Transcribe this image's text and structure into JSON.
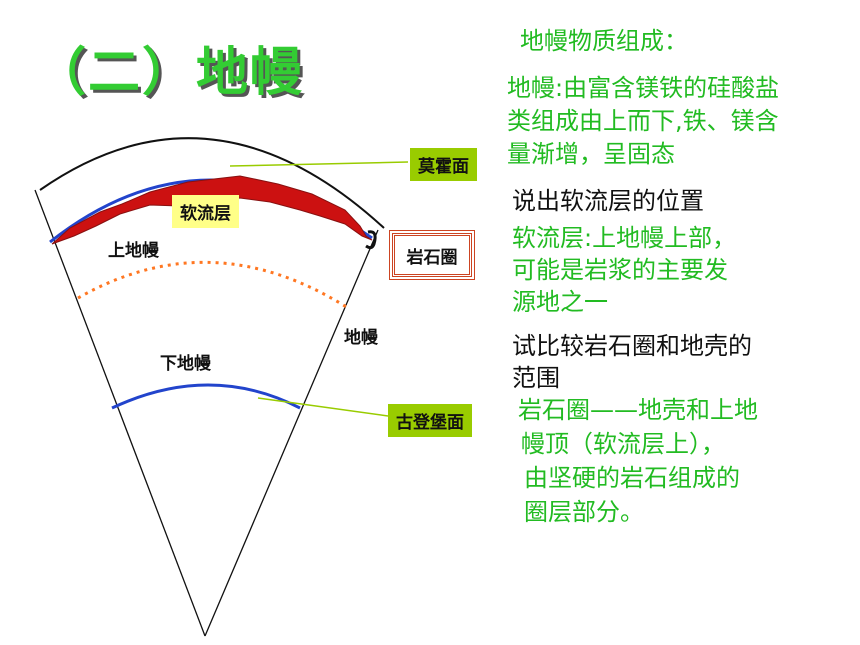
{
  "title": "（二）地幔",
  "right": {
    "heading": "地幔物质组成：",
    "composition_lines": [
      "地幔:由富含镁铁的硅酸盐",
      "类组成由上而下,铁、镁含",
      "量渐增，呈固态"
    ],
    "q1": "说出软流层的位置",
    "a1_lines": [
      "软流层:上地幔上部，",
      "可能是岩浆的主要发",
      "源地之一"
    ],
    "q2_lines": [
      "试比较岩石圈和地壳的",
      "范围"
    ],
    "a2_lines": [
      "岩石圈——地壳和上地",
      "幔顶（软流层上），",
      "由坚硬的岩石组成的",
      "圈层部分。"
    ]
  },
  "diagram": {
    "moho_label": "莫霍面",
    "asthenosphere_label": "软流层",
    "upper_mantle_label": "上地幔",
    "lithosphere_label": "岩石圈",
    "mantle_label": "地幔",
    "lower_mantle_label": "下地幔",
    "gutenberg_label": "古登堡面"
  },
  "colors": {
    "title": "#33cc33",
    "green_text": "#22bb22",
    "moho_line": "#2244cc",
    "asthenosphere": "#cc1111",
    "dotted": "#ff7722",
    "label_box": "#99cc00"
  }
}
